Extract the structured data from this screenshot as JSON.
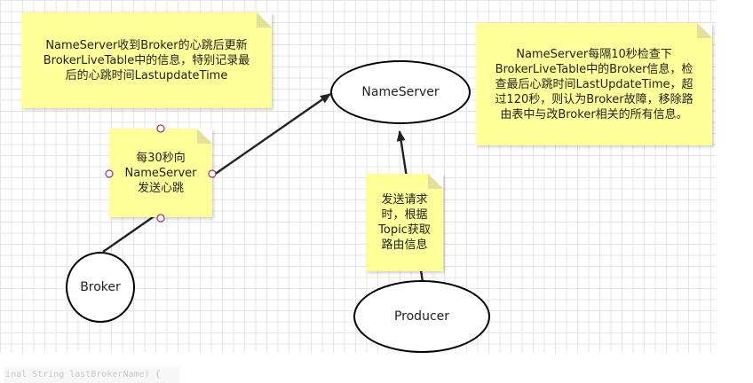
{
  "nodes": {
    "nameserver": "NameServer",
    "broker": "Broker",
    "producer": "Producer"
  },
  "notes": {
    "heartbeat_update": "NameServer收到Broker的心跳后更新\nBrokerLiveTable中的信息，特别记录最\n后的心跳时间LastupdateTime",
    "heartbeat_interval": "每30秒向\nNameServer\n发送心跳",
    "periodic_check": "NameServer每隔10秒检查下\nBrokerLiveTable中的Broker信息，检\n查最后心跳时间LastUpdateTime，超\n过120秒，则认为Broker故障，移除路\n由表中与改Broker相关的所有信息。",
    "route_request": "发送请求\n时，根据\nTopic获取\n路由信息"
  },
  "background_code": "inal String lastBrokerName) {",
  "colors": {
    "note_fill": "#ffff99",
    "grid": "#e4e4e4",
    "stroke": "#222222",
    "selection_handle": "#a0306a"
  }
}
